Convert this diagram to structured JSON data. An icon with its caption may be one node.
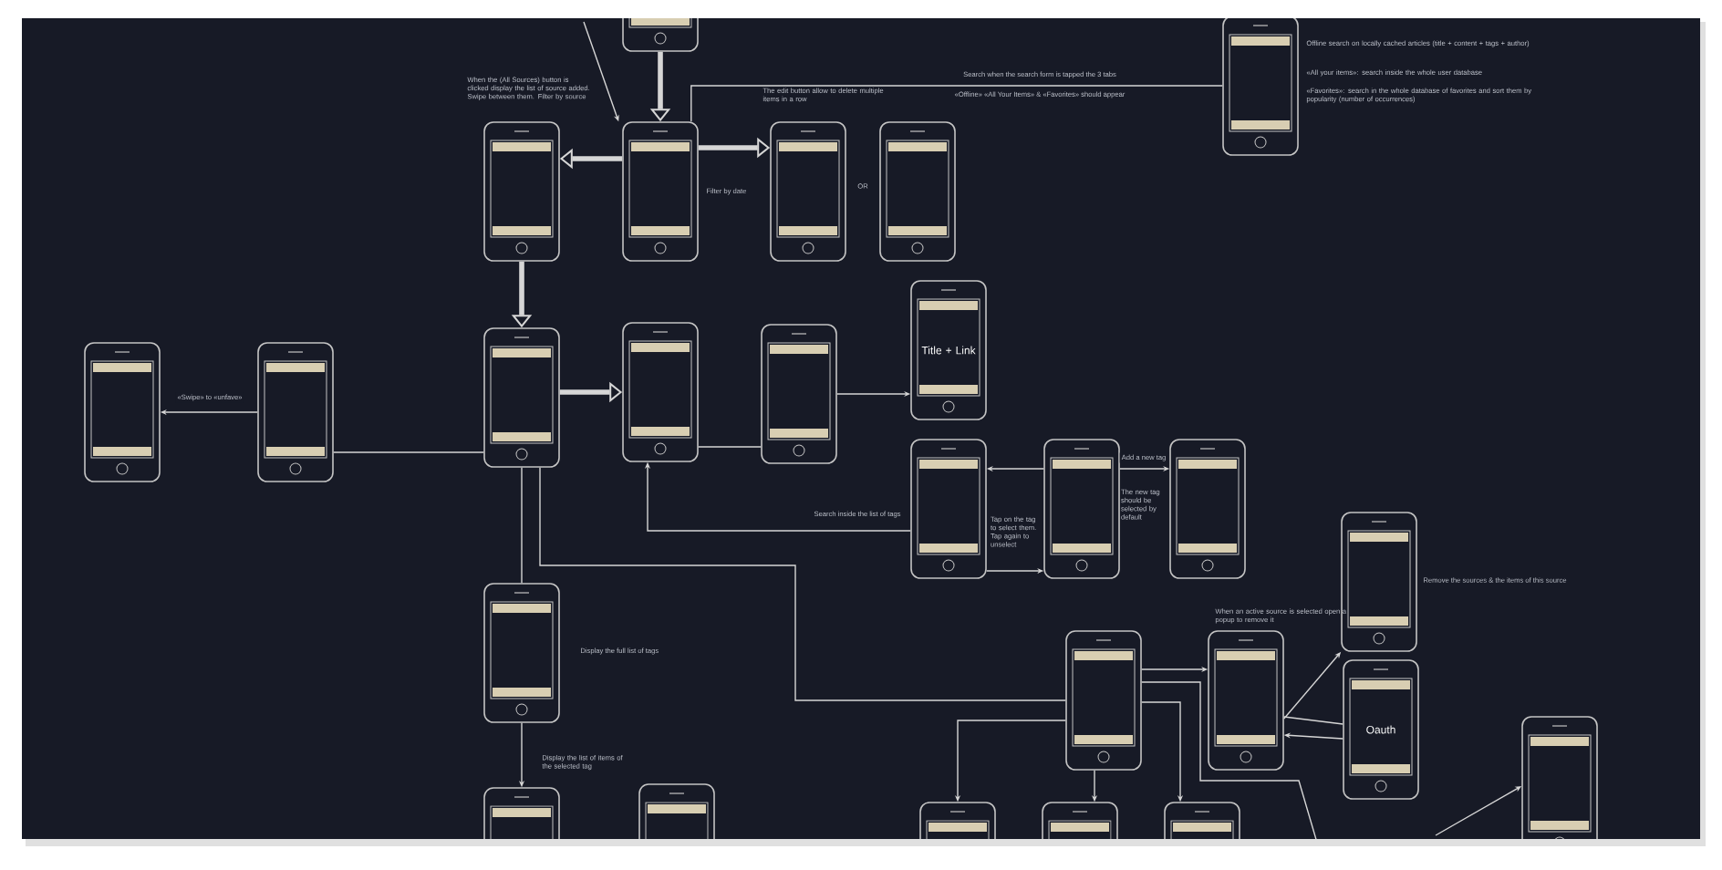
{
  "diagram": {
    "nodes": [
      {
        "text": [],
        "shape": "phone"
      },
      {
        "text": [],
        "shape": "phone"
      },
      {
        "text": [],
        "shape": "phone"
      },
      {
        "text": [],
        "shape": "phone"
      },
      {
        "text": [],
        "shape": "phone"
      },
      {
        "text": [],
        "shape": "phone"
      },
      {
        "text": [],
        "shape": "phone"
      },
      {
        "text": [],
        "shape": "phone"
      },
      {
        "text": [],
        "shape": "phone"
      },
      {
        "text": [],
        "shape": "phone"
      },
      {
        "text": [],
        "shape": "phone"
      },
      {
        "text": [
          "Title + Link"
        ]
      },
      {
        "text": [],
        "shape": "phone"
      },
      {
        "text": [],
        "shape": "phone"
      },
      {
        "text": [],
        "shape": "phone"
      },
      {
        "text": [],
        "shape": "phone"
      },
      {
        "text": [],
        "shape": "phone"
      },
      {
        "text": [],
        "shape": "phone"
      },
      {
        "text": [],
        "shape": "phone"
      },
      {
        "text": [
          "Oauth"
        ]
      },
      {
        "text": [],
        "shape": "phone"
      },
      {
        "text": [],
        "shape": "phone"
      },
      {
        "text": [],
        "shape": "phone"
      },
      {
        "text": [],
        "shape": "phone"
      },
      {
        "text": [],
        "shape": "phone"
      },
      {
        "text": [],
        "shape": "phone"
      }
    ],
    "edges": [
      {
        "from": null,
        "to": 2,
        "arrow": "to"
      },
      {
        "from": 0,
        "to": 2,
        "arrow": "to",
        "style": "thick"
      },
      {
        "from": 2,
        "to": 1,
        "arrow": "to",
        "style": "thick"
      },
      {
        "from": 2,
        "to": 3,
        "arrow": "to",
        "style": "thick"
      },
      {
        "from": 2,
        "to": 5,
        "arrow": "none",
        "label": "Search when the search form is tapped the 3 tabs"
      },
      {
        "from": 1,
        "to": 8,
        "arrow": "to",
        "style": "thick"
      },
      {
        "from": 7,
        "to": 6,
        "arrow": "to",
        "label": "«Swipe» to «unfave»"
      },
      {
        "from": 8,
        "to": 7,
        "arrow": "none"
      },
      {
        "from": 8,
        "to": 9,
        "arrow": "to",
        "style": "thick"
      },
      {
        "from": 9,
        "to": 10,
        "arrow": "none"
      },
      {
        "from": 10,
        "to": 11,
        "arrow": "to"
      },
      {
        "from": 12,
        "to": 9,
        "arrow": "to"
      },
      {
        "from": 13,
        "to": 12,
        "arrow": "to"
      },
      {
        "from": 12,
        "to": 13,
        "arrow": "to"
      },
      {
        "from": 13,
        "to": 14,
        "arrow": "to",
        "label": "Add a new tag"
      },
      {
        "from": 8,
        "to": 16,
        "arrow": "none"
      },
      {
        "from": 8,
        "to": 17,
        "arrow": "none"
      },
      {
        "from": 16,
        "to": 21,
        "arrow": "to"
      },
      {
        "from": 17,
        "to": 18,
        "arrow": "to"
      },
      {
        "from": 17,
        "to": null,
        "arrow": "none"
      },
      {
        "from": 17,
        "to": 23,
        "arrow": "to"
      },
      {
        "from": 17,
        "to": 24,
        "arrow": "to"
      },
      {
        "from": 17,
        "to": 25,
        "arrow": "to"
      },
      {
        "from": 18,
        "to": 15,
        "arrow": "to"
      },
      {
        "from": 18,
        "to": 19,
        "arrow": "none"
      },
      {
        "from": 19,
        "to": 18,
        "arrow": "to"
      },
      {
        "from": null,
        "to": 20,
        "arrow": "to"
      }
    ],
    "labels": [
      "When the (All Sources) button is clicked display the list of source added. Swipe between them. Filter by source",
      "Filter by date",
      "The edit button allow to delete multiple items in a row",
      "OR",
      "«Offline» «All Your Items» & «Favorites» should appear",
      "Offline search on locally cached articles (title + content + tags + author)",
      "«All your items»: search inside the whole user database",
      "«Favorites»: search in the whole database of favorites and sort them by popularity (number of occurrences)",
      "Search inside the list of tags",
      "Tap on the tag to select them. Tap again to unselect",
      "The new tag should be selected by default",
      "Display the full list of tags",
      "Display the list of items of the selected tag",
      "When an active source is selected open a popup to remove it",
      "Remove the sources & the items of this source"
    ]
  }
}
